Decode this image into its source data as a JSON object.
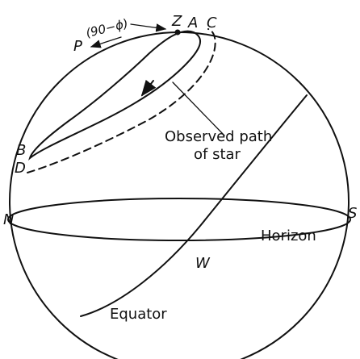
{
  "labels": {
    "P": "P",
    "colatitude": "(90−ϕ)",
    "Z": "Z",
    "A": "A",
    "C": "C",
    "B": "B",
    "D": "D",
    "N": "N",
    "S": "S",
    "W": "W",
    "horizon": "Horizon",
    "equator": "Equator",
    "observed_line1": "Observed path",
    "observed_line2": "of star"
  }
}
